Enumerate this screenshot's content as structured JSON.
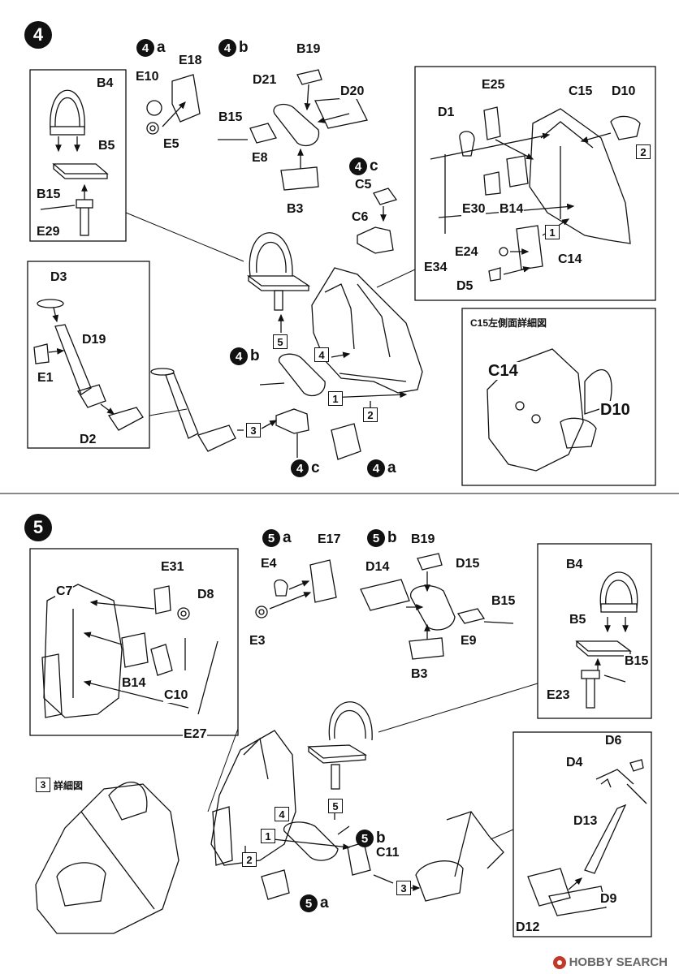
{
  "step4": {
    "number": "4",
    "subassemblies": {
      "a": "a",
      "b": "b",
      "c": "c"
    },
    "seat_inset": {
      "labels": [
        "B4",
        "B5",
        "B15",
        "E29"
      ]
    },
    "sub_a_parts": [
      "E10",
      "E18",
      "E5"
    ],
    "sub_b_parts": [
      "B19",
      "D21",
      "D20",
      "B15",
      "E8",
      "B3"
    ],
    "sub_c_parts": [
      "C5",
      "C6"
    ],
    "frame_inset": {
      "labels": [
        "E25",
        "C15",
        "D10",
        "D1",
        "E30",
        "B14",
        "E24",
        "C14",
        "E34",
        "D5"
      ],
      "refs": [
        "2",
        "1"
      ]
    },
    "detail": {
      "title": "C15左側面詳細図",
      "labels": [
        "C14",
        "D10"
      ]
    },
    "stick_inset": {
      "labels": [
        "D3",
        "D19",
        "E1",
        "D2"
      ]
    },
    "main_refs": [
      "5",
      "4",
      "1",
      "2",
      "3"
    ]
  },
  "step5": {
    "number": "5",
    "subassemblies": {
      "a": "a",
      "b": "b"
    },
    "sub_a_parts": [
      "E17",
      "E4",
      "E3"
    ],
    "sub_b_parts": [
      "B19",
      "D14",
      "D15",
      "B15",
      "E9",
      "B3"
    ],
    "frame_inset": {
      "labels": [
        "E31",
        "C7",
        "D8",
        "B14",
        "C10",
        "E27"
      ]
    },
    "seat_inset": {
      "labels": [
        "B4",
        "B5",
        "B15",
        "E23"
      ]
    },
    "pedal_inset": {
      "labels": [
        "D6",
        "D4",
        "D13",
        "D9",
        "D12"
      ]
    },
    "detail": {
      "ref": "3",
      "title": "詳細図"
    },
    "main_labels": [
      "C11"
    ],
    "main_refs": [
      "4",
      "5",
      "1",
      "2",
      "3"
    ]
  },
  "watermark": "HOBBY SEARCH"
}
